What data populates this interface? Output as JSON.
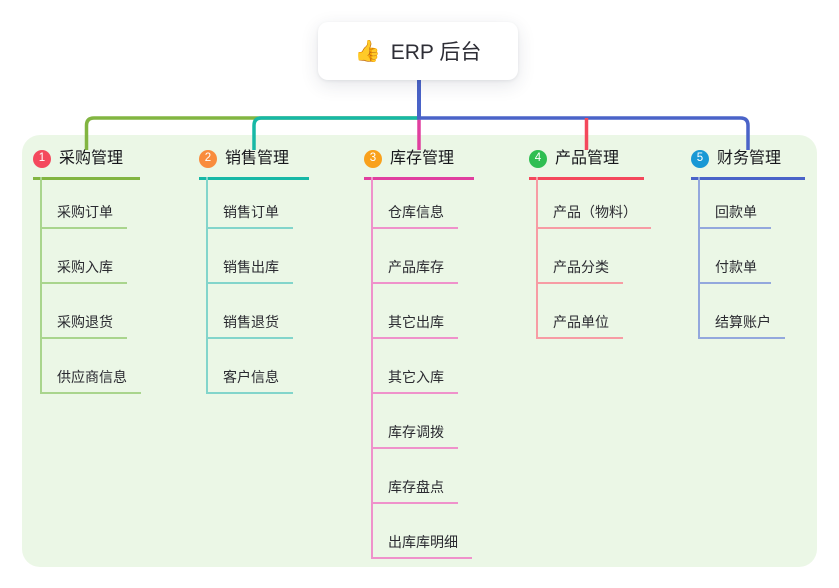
{
  "root": {
    "label": "ERP 后台",
    "icon": "thumbs-up-icon"
  },
  "colors": {
    "stem": "#4a63c8",
    "panel_bg": "#ebf7e6",
    "root_text": "#2e2e36",
    "icon_yellow": "#f5b62e"
  },
  "branches": [
    {
      "number": "1",
      "title": "采购管理",
      "badge_color": "#f4495d",
      "line_color": "#82b541",
      "child_line_color": "#a9d58d",
      "children": [
        "采购订单",
        "采购入库",
        "采购退货",
        "供应商信息"
      ]
    },
    {
      "number": "2",
      "title": "销售管理",
      "badge_color": "#f98c3d",
      "line_color": "#17b8a6",
      "child_line_color": "#82d5cb",
      "children": [
        "销售订单",
        "销售出库",
        "销售退货",
        "客户信息"
      ]
    },
    {
      "number": "3",
      "title": "库存管理",
      "badge_color": "#f9a11c",
      "line_color": "#e03f9f",
      "child_line_color": "#ef92cb",
      "children": [
        "仓库信息",
        "产品库存",
        "其它出库",
        "其它入库",
        "库存调拨",
        "库存盘点",
        "出库库明细"
      ]
    },
    {
      "number": "4",
      "title": "产品管理",
      "badge_color": "#2fbe52",
      "line_color": "#f4485c",
      "child_line_color": "#f79ca4",
      "children": [
        "产品（物料）",
        "产品分类",
        "产品单位"
      ]
    },
    {
      "number": "5",
      "title": "财务管理",
      "badge_color": "#1898d5",
      "line_color": "#4a63c8",
      "child_line_color": "#93a8dd",
      "children": [
        "回款单",
        "付款单",
        "结算账户"
      ]
    }
  ]
}
